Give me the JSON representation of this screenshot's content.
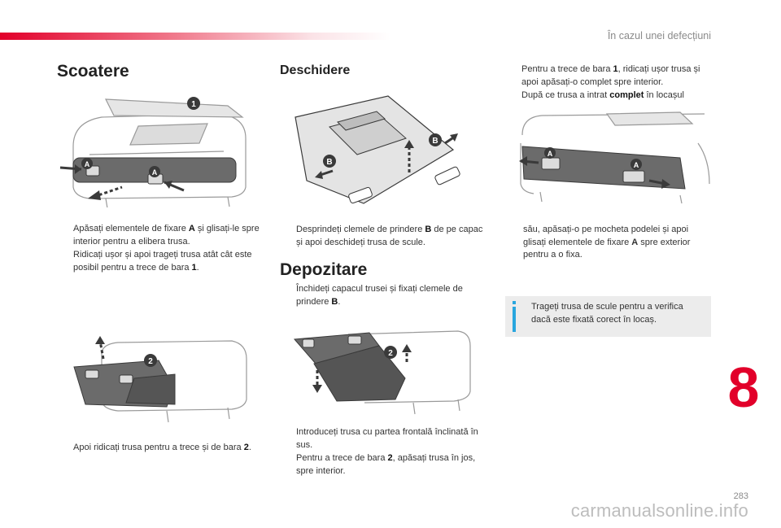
{
  "header": {
    "chapter": "În cazul unei defecțiuni"
  },
  "sections": {
    "scoatere": {
      "title": "Scoatere",
      "bullets1": [
        {
          "pre": "Apăsați elementele de fixare ",
          "bold": "A",
          "post": " și glisați-le spre interior pentru a elibera trusa."
        },
        {
          "pre": "Ridicați ușor și apoi trageți trusa atât cât este posibil pentru a trece de bara ",
          "bold": "1",
          "post": "."
        }
      ],
      "bullets2": [
        {
          "pre": "Apoi ridicați trusa pentru a trece și de bara ",
          "bold": "2",
          "post": "."
        }
      ]
    },
    "deschidere": {
      "title": "Deschidere",
      "bullets": [
        {
          "pre": "Desprindeți clemele de prindere ",
          "bold": "B",
          "post": " de pe capac și apoi deschideți trusa de scule."
        }
      ]
    },
    "depozitare": {
      "title": "Depozitare",
      "bullets1": [
        {
          "pre": "Închideți capacul trusei și fixați clemele de prindere ",
          "bold": "B",
          "post": "."
        }
      ],
      "bullets2": [
        {
          "pre": "Introduceți trusa cu partea frontală înclinată în sus.",
          "bold": "",
          "post": ""
        },
        {
          "pre": "Pentru a trece de bara ",
          "bold": "2",
          "post": ", apăsați trusa în jos, spre interior."
        }
      ]
    },
    "right": {
      "bullets": [
        {
          "pre": "Pentru a trece de bara ",
          "bold": "1",
          "post": ", ridicați ușor trusa și apoi apăsați-o complet spre interior."
        },
        {
          "pre": "După ce trusa a intrat ",
          "bold": "complet",
          "post": " în locașul"
        }
      ],
      "continuation_pre": "său, apăsați-o pe mocheta podelei și apoi glisați elementele de fixare ",
      "continuation_bold": "A",
      "continuation_post": " spre exterior pentru a o fixa.",
      "info": "Trageți trusa de scule pentru a verifica dacă este fixată corect în locaș."
    }
  },
  "labels": {
    "one": "1",
    "two": "2",
    "a": "A",
    "b": "B"
  },
  "chapter_number": "8",
  "page_number": "283",
  "watermark": "carmanualsonline.info",
  "bullet_glyph": "",
  "colors": {
    "accent": "#e2002a",
    "info": "#29a6de",
    "callout": "#3a3a3a"
  }
}
